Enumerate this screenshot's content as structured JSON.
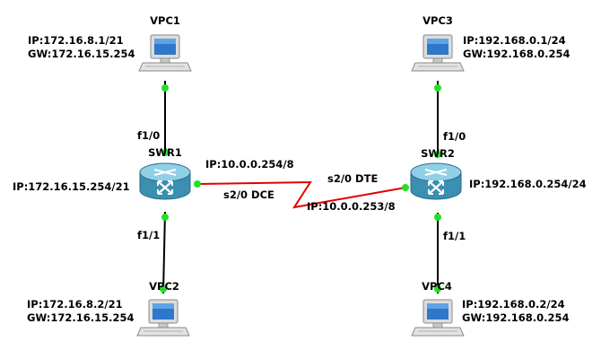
{
  "colors": {
    "background": "#ffffff",
    "wire": "#000000",
    "serial_wire": "#e00000",
    "port_up": "#22e022",
    "router_body": "#3b8fb0",
    "router_top": "#8fd0e6"
  },
  "nodes": {
    "vpc1": {
      "name": "VPC1",
      "ip": "IP:172.16.8.1/21",
      "gw": "GW:172.16.15.254",
      "icon": "computer-icon"
    },
    "vpc2": {
      "name": "VPC2",
      "ip": "IP:172.16.8.2/21",
      "gw": "GW:172.16.15.254",
      "icon": "computer-icon"
    },
    "vpc3": {
      "name": "VPC3",
      "ip": "IP:192.168.0.1/24",
      "gw": "GW:192.168.0.254",
      "icon": "computer-icon"
    },
    "vpc4": {
      "name": "VPC4",
      "ip": "IP:192.168.0.2/24",
      "gw": "GW:192.168.0.254",
      "icon": "computer-icon"
    },
    "swr1": {
      "name": "SWR1",
      "ip": "IP:172.16.15.254/21",
      "icon": "router-switch-icon"
    },
    "swr2": {
      "name": "SWR2",
      "ip": "IP:192.168.0.254/24",
      "icon": "router-switch-icon"
    }
  },
  "links": {
    "swr1_vpc1_port": "f1/0",
    "swr1_vpc2_port": "f1/1",
    "swr2_vpc3_port": "f1/0",
    "swr2_vpc4_port": "f1/1",
    "serial": {
      "swr1_ip": "IP:10.0.0.254/8",
      "swr1_port": "s2/0 DCE",
      "swr2_port": "s2/0 DTE",
      "swr2_ip": "IP:10.0.0.253/8"
    }
  }
}
